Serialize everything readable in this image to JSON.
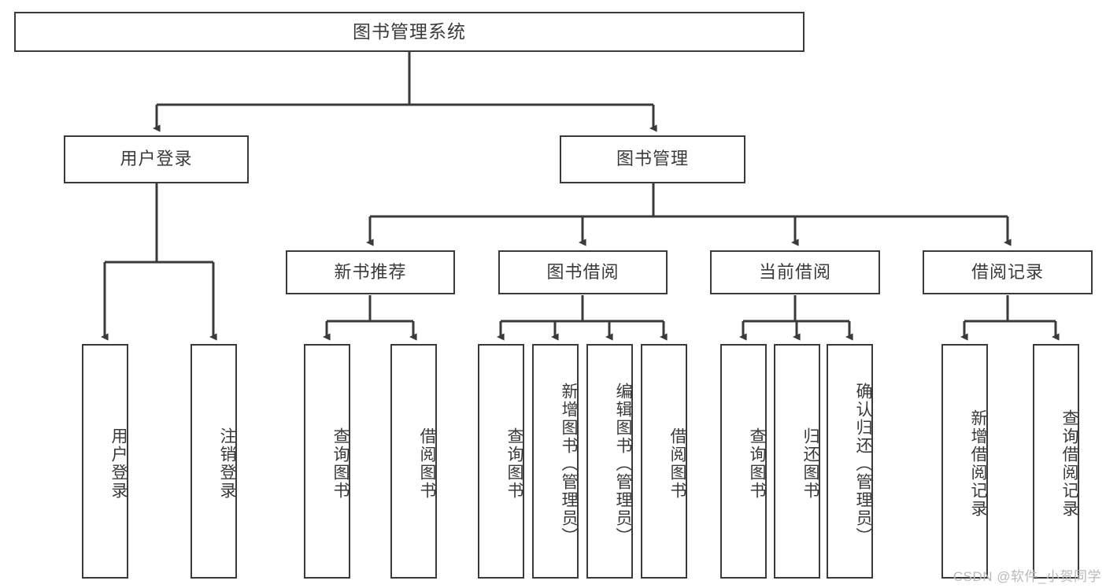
{
  "diagram": {
    "title": "图书管理系统",
    "watermark": "CSDN @软件_小贺同学",
    "stroke_color": "#3a3a3a",
    "background_color": "#ffffff",
    "text_color": "#3a3a3a",
    "levels": {
      "root": {
        "label": "图书管理系统"
      },
      "level2": [
        {
          "label": "用户登录"
        },
        {
          "label": "图书管理"
        }
      ],
      "level3": [
        {
          "label": "新书推荐"
        },
        {
          "label": "图书借阅"
        },
        {
          "label": "当前借阅"
        },
        {
          "label": "借阅记录"
        }
      ],
      "leaves_user_login": [
        {
          "label": "用户登录"
        },
        {
          "label": "注销登录"
        }
      ],
      "leaves_new_books": [
        {
          "label": "查询图书"
        },
        {
          "label": "借阅图书"
        }
      ],
      "leaves_book_borrow": [
        {
          "label": "查询图书"
        },
        {
          "label": "新增图书（管理员）"
        },
        {
          "label": "编辑图书（管理员）"
        },
        {
          "label": "借阅图书"
        }
      ],
      "leaves_current_borrow": [
        {
          "label": "查询图书"
        },
        {
          "label": "归还图书"
        },
        {
          "label": "确认归还（管理员）"
        }
      ],
      "leaves_borrow_records": [
        {
          "label": "新增借阅记录"
        },
        {
          "label": "查询借阅记录"
        }
      ]
    }
  }
}
